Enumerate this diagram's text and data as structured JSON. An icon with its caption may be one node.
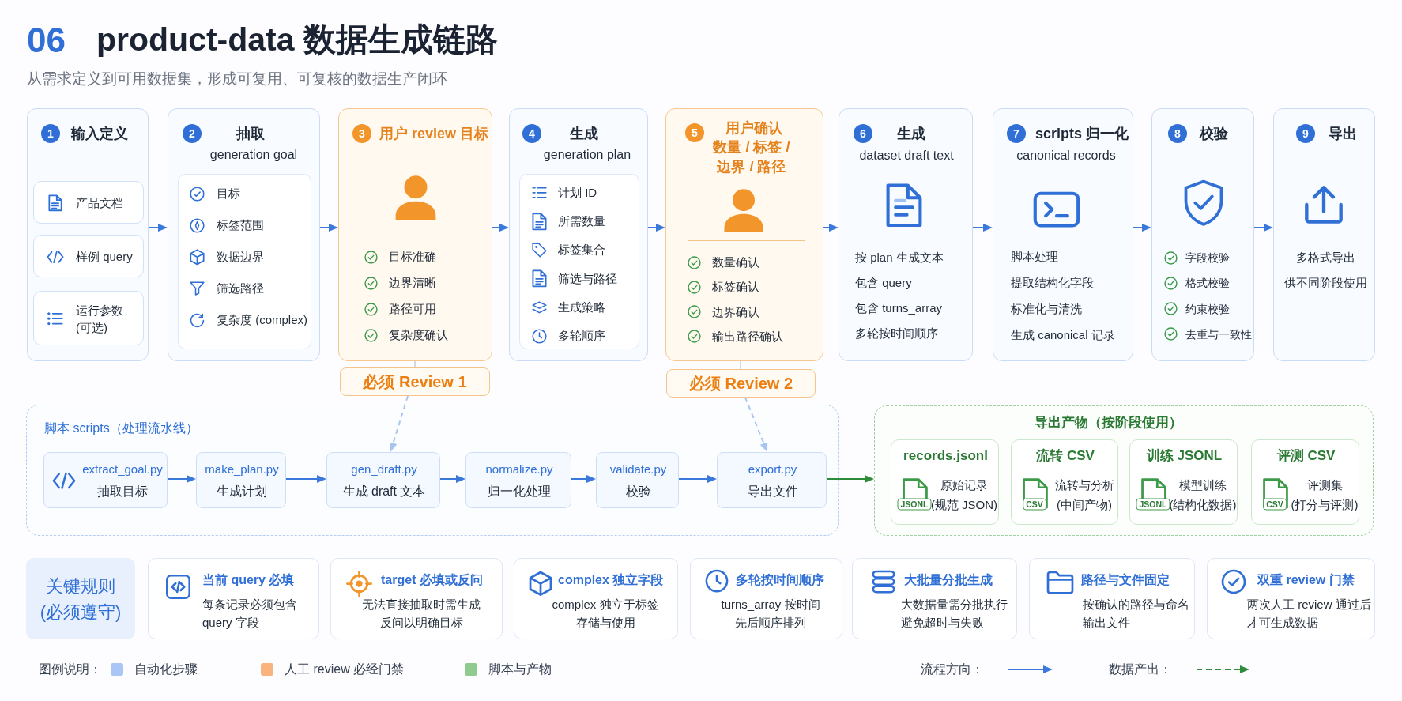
{
  "diagram": {
    "title": "product-data 数据生成链路",
    "nodes": [
      {
        "text": [
          "1",
          "输入定义"
        ]
      },
      {
        "text": [
          "产品文档"
        ],
        "in": 0
      },
      {
        "text": [
          "样例 query"
        ],
        "in": 0
      },
      {
        "text": [
          "运行参数 (可选)"
        ],
        "in": 0
      },
      {
        "text": [
          "2",
          "抽取",
          "generation goal"
        ]
      },
      {
        "text": [
          "目标",
          "标签范围",
          "数据边界",
          "筛选路径",
          "复杂度 (complex)"
        ],
        "in": 4
      },
      {
        "text": [
          "3",
          "用户 review 目标",
          "目标准确",
          "边界清晰",
          "路径可用",
          "复杂度确认"
        ]
      },
      {
        "text": [
          "4",
          "生成",
          "generation plan"
        ]
      },
      {
        "text": [
          "计划 ID",
          "所需数量",
          "标签集合",
          "筛选与路径",
          "生成策略",
          "多轮顺序"
        ],
        "in": 7
      },
      {
        "text": [
          "5",
          "用户确认",
          "数量 / 标签 / 边界 / 路径",
          "数量确认",
          "标签确认",
          "边界确认",
          "输出路径确认"
        ]
      },
      {
        "text": [
          "6",
          "生成",
          "dataset draft text",
          "按 plan 生成文本",
          "包含 query",
          "包含 turns_array",
          "多轮按时间顺序"
        ]
      },
      {
        "text": [
          "7",
          "scripts 归一化",
          "canonical records",
          "脚本处理",
          "提取结构化字段",
          "标准化与清洗",
          "生成 canonical 记录"
        ]
      },
      {
        "text": [
          "8",
          "校验",
          "字段校验",
          "格式校验",
          "约束校验",
          "去重与一致性"
        ]
      },
      {
        "text": [
          "9",
          "导出",
          "多格式导出",
          "供不同阶段使用"
        ]
      },
      {
        "text": [
          "必须 Review 1"
        ]
      },
      {
        "text": [
          "必须 Review 2"
        ]
      },
      {
        "text": [
          "脚本 scripts（处理流水线）"
        ]
      },
      {
        "text": [
          "extract_goal.py",
          "抽取目标"
        ],
        "in": 16
      },
      {
        "text": [
          "make_plan.py",
          "生成计划"
        ],
        "in": 16
      },
      {
        "text": [
          "gen_draft.py",
          "生成 draft 文本"
        ],
        "in": 16
      },
      {
        "text": [
          "normalize.py",
          "归一化处理"
        ],
        "in": 16
      },
      {
        "text": [
          "validate.py",
          "校验"
        ],
        "in": 16
      },
      {
        "text": [
          "export.py",
          "导出文件"
        ],
        "in": 16
      },
      {
        "text": [
          "导出产物（按阶段使用）"
        ]
      },
      {
        "text": [
          "records.jsonl",
          "JSONL",
          "原始记录 (规范 JSON)"
        ],
        "in": 23
      },
      {
        "text": [
          "流转 CSV",
          "CSV",
          "流转与分析 (中间产物)"
        ],
        "in": 23
      },
      {
        "text": [
          "训练 JSONL",
          "JSONL",
          "模型训练 (结构化数据)"
        ],
        "in": 23
      },
      {
        "text": [
          "评测 CSV",
          "CSV",
          "评测集 (打分与评测)"
        ],
        "in": 23
      },
      {
        "text": [
          "关键规则 (必须遵守)"
        ]
      },
      {
        "text": [
          "当前 query 必填",
          "每条记录必须包含 query 字段"
        ]
      },
      {
        "text": [
          "target 必填或反问",
          "无法直接抽取时需生成反问以明确目标"
        ]
      },
      {
        "text": [
          "complex 独立字段",
          "complex 独立于标签存储与使用"
        ]
      },
      {
        "text": [
          "多轮按时间顺序",
          "turns_array 按时间先后顺序排列"
        ]
      },
      {
        "text": [
          "大批量分批生成",
          "大数据量需分批执行避免超时与失败"
        ]
      },
      {
        "text": [
          "路径与文件固定",
          "按确认的路径与命名输出文件"
        ]
      },
      {
        "text": [
          "双重 review 门禁",
          "两次人工 review 通过后才可生成数据"
        ]
      }
    ],
    "edges": [
      {
        "from": 0,
        "to": 4,
        "arrow": "to"
      },
      {
        "from": 4,
        "to": 6,
        "arrow": "to"
      },
      {
        "from": 6,
        "to": 7,
        "arrow": "to"
      },
      {
        "from": 7,
        "to": 9,
        "arrow": "to"
      },
      {
        "from": 9,
        "to": 10,
        "arrow": "to"
      },
      {
        "from": 10,
        "to": 11,
        "arrow": "to"
      },
      {
        "from": 11,
        "to": 12,
        "arrow": "to"
      },
      {
        "from": 12,
        "to": 13,
        "arrow": "to"
      },
      {
        "from": 6,
        "to": 14,
        "arrow": "none",
        "color": "#d3d9e3"
      },
      {
        "from": 9,
        "to": 15,
        "arrow": "none",
        "color": "#d3d9e3"
      },
      {
        "from": 14,
        "to": 19,
        "arrow": "to",
        "style": "dashed",
        "color": "#a9c5ef"
      },
      {
        "from": 15,
        "to": 22,
        "arrow": "to",
        "style": "dashed",
        "color": "#a9c5ef"
      },
      {
        "from": 17,
        "to": 18,
        "arrow": "to"
      },
      {
        "from": 18,
        "to": 19,
        "arrow": "to"
      },
      {
        "from": 19,
        "to": 20,
        "arrow": "to"
      },
      {
        "from": 20,
        "to": 21,
        "arrow": "to"
      },
      {
        "from": 21,
        "to": 22,
        "arrow": "to"
      },
      {
        "from": 22,
        "to": 23,
        "arrow": "to",
        "color": "#2e8b3a"
      }
    ],
    "labels": [
      "06",
      "从需求定义到可用数据集，形成可复用、可复核的数据生产闭环",
      "图例说明："
    ],
    "legend": [
      {
        "text": "自动化步骤",
        "color": "#a9c6f5"
      },
      {
        "text": "人工 review 必经门禁",
        "color": "#f8b47c"
      },
      {
        "text": "脚本与产物",
        "color": "#8fca8e"
      },
      {
        "text": "流程方向："
      },
      {
        "text": "数据产出："
      }
    ]
  }
}
